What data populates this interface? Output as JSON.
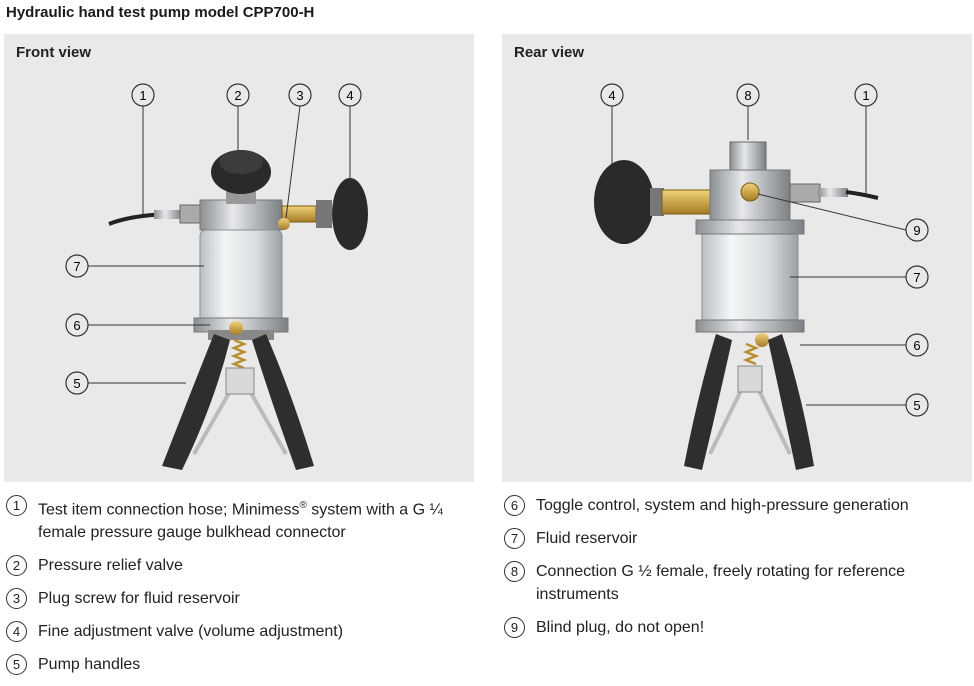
{
  "title": "Hydraulic hand test pump model CPP700-H",
  "front": {
    "label": "Front view",
    "callouts": [
      "1",
      "2",
      "3",
      "4",
      "7",
      "6",
      "5"
    ]
  },
  "rear": {
    "label": "Rear view",
    "callouts": [
      "4",
      "8",
      "1",
      "9",
      "7",
      "6",
      "5"
    ]
  },
  "legend_left": [
    {
      "num": "1",
      "text": "Test item connection hose; Minimess",
      "sup": "®",
      "text2": " system with a G ¼ female pressure gauge bulkhead connector"
    },
    {
      "num": "2",
      "text": "Pressure relief valve"
    },
    {
      "num": "3",
      "text": "Plug screw for fluid reservoir"
    },
    {
      "num": "4",
      "text": "Fine adjustment valve (volume adjustment)"
    },
    {
      "num": "5",
      "text": "Pump handles"
    }
  ],
  "legend_right": [
    {
      "num": "6",
      "text": "Toggle control, system and high-pressure generation"
    },
    {
      "num": "7",
      "text": "Fluid reservoir"
    },
    {
      "num": "8",
      "text": "Connection G ½ female, freely rotating for reference instruments"
    },
    {
      "num": "9",
      "text": "Blind plug, do not open!"
    }
  ]
}
